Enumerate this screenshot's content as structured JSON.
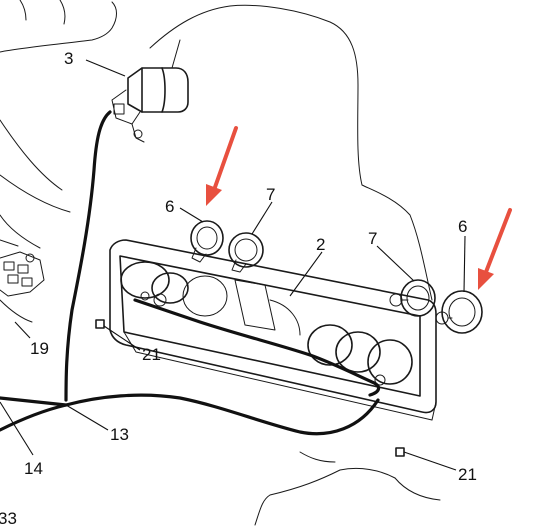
{
  "callouts": {
    "c3": "3",
    "c6a": "6",
    "c7a": "7",
    "c2": "2",
    "c7b": "7",
    "c6b": "6",
    "c19": "19",
    "c21a": "21",
    "c13": "13",
    "c14": "14",
    "c21b": "21",
    "c33": "33"
  },
  "colors": {
    "line": "#1a1a1a",
    "arrow": "#e8503f",
    "background": "#ffffff"
  }
}
